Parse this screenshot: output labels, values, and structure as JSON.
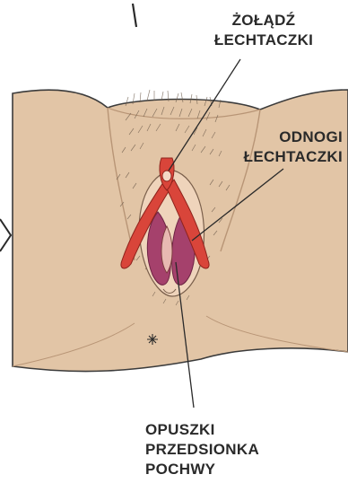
{
  "labels": {
    "glans": [
      "ŻOŁĄDŹ",
      "ŁECHTACZKI"
    ],
    "crura": [
      "ODNOGI",
      "ŁECHTACZKI"
    ],
    "bulbs": [
      "OPUSZKI",
      "PRZEDSIONKA",
      "POCHWY"
    ]
  },
  "colors": {
    "skin": "#e2c5a6",
    "skin_shadow": "#c9a888",
    "clitoris_red": "#d9453a",
    "bulb_purple": "#a5416c",
    "line": "#2a2a2a"
  }
}
